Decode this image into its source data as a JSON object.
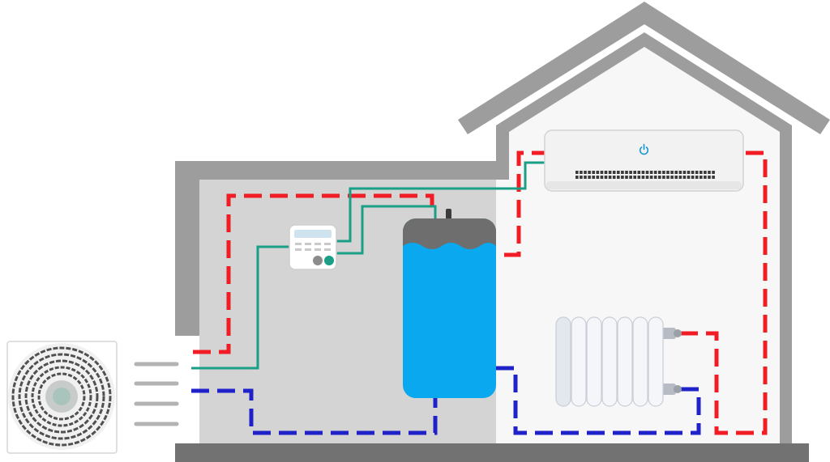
{
  "diagram": {
    "colors": {
      "hot_pipe": "#f21c24",
      "cold_pipe": "#1f22c8",
      "control_wire": "#1a9e86",
      "wall": "#9d9d9d",
      "floor": "#727272",
      "interior_left": "#d4d4d4",
      "interior_right": "#f7f7f7",
      "water": "#0aa8ee",
      "tank_top": "#6e6e6e",
      "fan_blade": "#505050",
      "ac_body": "#f2f2f2",
      "power_icon": "#1396d6"
    },
    "components": [
      {
        "id": "outdoor-unit",
        "icon": "fan-icon"
      },
      {
        "id": "controller",
        "icon": "thermostat-icon"
      },
      {
        "id": "water-tank",
        "icon": "boiler-tank-icon"
      },
      {
        "id": "wall-ac",
        "icon": "air-conditioner-icon"
      },
      {
        "id": "radiator",
        "icon": "radiator-icon"
      }
    ]
  }
}
